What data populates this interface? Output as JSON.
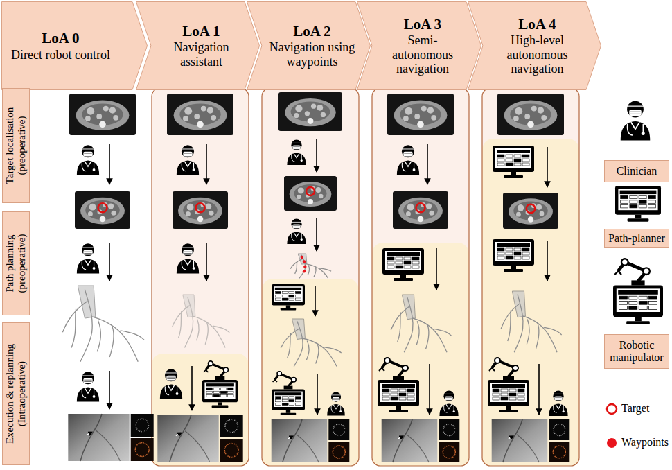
{
  "diagram": {
    "nodes": [
      {
        "text": [
          "LoA 0",
          "Direct robot control"
        ]
      },
      {
        "text": [
          "LoA 1",
          "Navigation assistant"
        ]
      },
      {
        "text": [
          "LoA 2",
          "Navigation using waypoints"
        ]
      },
      {
        "text": [
          "LoA 3",
          "Semi-autonomous navigation"
        ]
      },
      {
        "text": [
          "LoA 4",
          "High-level autonomous navigation"
        ]
      },
      {
        "text": [
          "Target localisation (preoperative)"
        ]
      },
      {
        "text": [
          "Path planning (preoperative)"
        ]
      },
      {
        "text": [
          "Execution & replanning (Intraoperative)"
        ]
      }
    ],
    "legend": [
      {
        "text": "Clinician"
      },
      {
        "text": "Path-planner"
      },
      {
        "text": "Robotic manipulator"
      },
      {
        "text": "Target"
      },
      {
        "text": "Waypoints",
        "color": "#e8141c"
      }
    ]
  }
}
